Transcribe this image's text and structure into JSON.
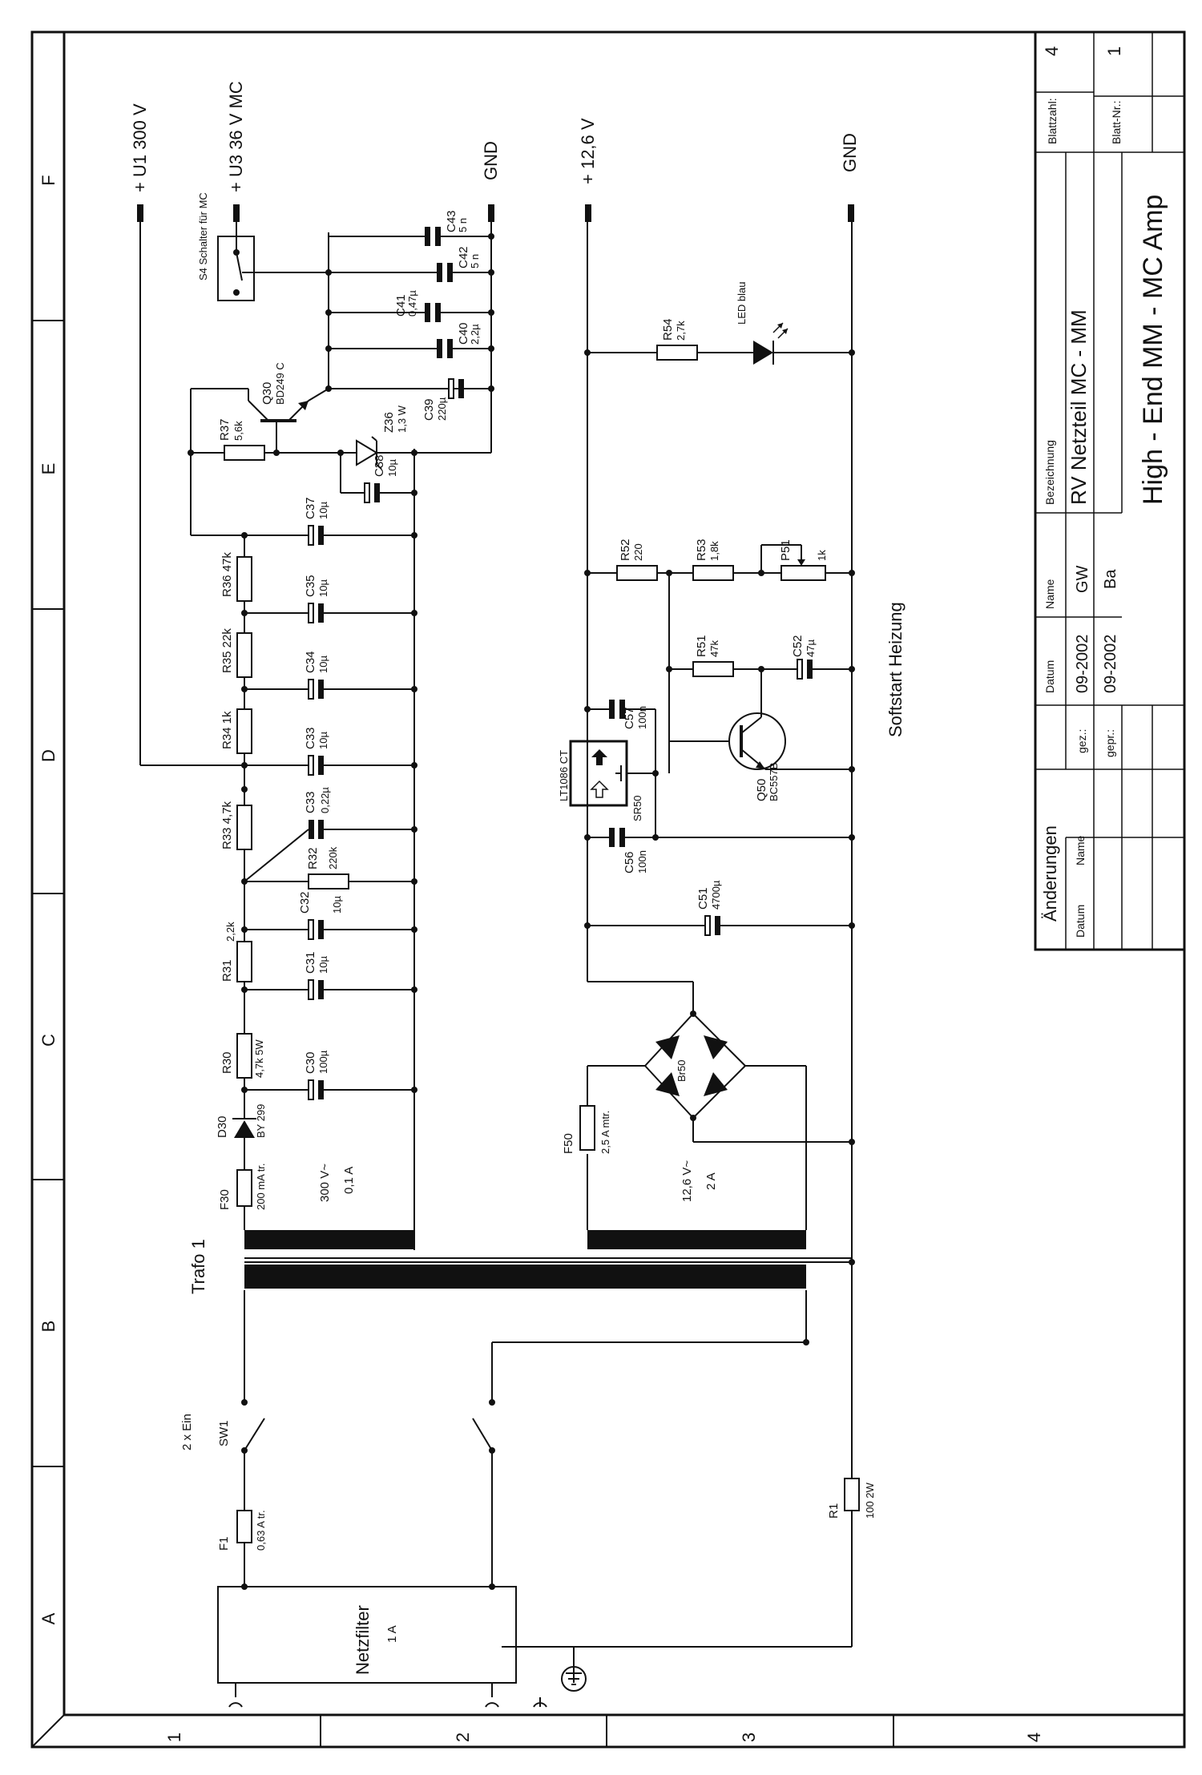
{
  "frame": {
    "columns": [
      "A",
      "B",
      "C",
      "D",
      "E",
      "F"
    ],
    "rows": [
      "1",
      "2",
      "3",
      "4"
    ]
  },
  "rails": {
    "u1": "+ U1  300 V",
    "u3": "+ U3  36 V  MC",
    "gnd_left": "GND",
    "v126": "+ 12,6 V",
    "gnd_right": "GND",
    "s4": "S4  Schalter für MC"
  },
  "primary": {
    "netzfilter": "Netzfilter",
    "netzfilter_rating": "1 A",
    "f1": "F1",
    "f1_value": "0,63  A tr.",
    "sw1": "SW1",
    "sw1_note": "2 x Ein",
    "r1": "R1",
    "r1_value": "100  2W",
    "trafo": "Trafo 1"
  },
  "hv": {
    "winding": "300 V~",
    "current": "0,1 A",
    "f30": "F30",
    "f30_value": "200 mA tr.",
    "d30": "D30",
    "d30_value": "BY 299",
    "r30": "R30",
    "r30_value": "4,7k  5W",
    "c30": "C30",
    "c30_value": "100µ",
    "r31": "R31",
    "r31_value": "2,2k",
    "c31": "C31",
    "c31_value": "10µ",
    "c32": "C32",
    "c32_value": "10µ",
    "r32": "R32",
    "r32_value": "220k",
    "r33": "R33 4,7k",
    "c33a": "C33",
    "c33a_value": "0,22µ",
    "r34": "R34 1k",
    "c33b": "C33",
    "c33b_value": "10µ",
    "r35": "R35 22k",
    "c34": "C34",
    "c34_value": "10µ",
    "r36": "R36 47k",
    "c35": "C35",
    "c35_value": "10µ",
    "c37": "C37",
    "c37_value": "10µ",
    "r37": "R37",
    "r37_value": "5,6k",
    "c38": "C38",
    "c38_value": "10µ",
    "z36": "Z36",
    "z36_value": "1,3 W",
    "q30": "Q30",
    "q30_value": "BD249 C",
    "c39": "C39",
    "c39_value": "220µ",
    "c40": "C40",
    "c40_value": "2,2µ",
    "c41": "C41",
    "c41_value": "0,47µ",
    "c42": "C42",
    "c42_value": "5 n",
    "c43": "C43",
    "c43_value": "5 n"
  },
  "lv": {
    "winding": "12,6 V~",
    "current": "2 A",
    "f50": "F50",
    "f50_value": "2,5 A  mtr.",
    "br50": "Br50",
    "c51": "C51",
    "c51_value": "4700µ",
    "c56": "C56",
    "c56_value": "100n",
    "reg": "LT1086 CT",
    "sr50": "SR50",
    "c57": "C57",
    "c57_value": "100n",
    "q50": "Q50",
    "q50_value": "BC557B",
    "r51": "R51",
    "r51_value": "47k",
    "c52": "C52",
    "c52_value": "47µ",
    "r52": "R52",
    "r52_value": "220",
    "r53": "R53",
    "r53_value": "1,8k",
    "p51": "P51",
    "p51_value": "1k",
    "r54": "R54",
    "r54_value": "2,7k",
    "led": "LED blau",
    "softstart": "Softstart Heizung"
  },
  "titleblock": {
    "aenderungen": "Änderungen",
    "datum_h": "Datum",
    "name_h": "Name",
    "datum_col": "Datum",
    "name_col": "Name",
    "gez": "gez.:",
    "gez_date": "09-2002",
    "gez_name": "GW",
    "gepr": "gepr.:",
    "gepr_date": "09-2002",
    "gepr_name": "Ba",
    "bezeichnung": "Bezeichnung",
    "name": "RV Netzteil  MC - MM",
    "project": "High - End  MM - MC Amp",
    "blattzahl": "Blattzahl:",
    "blattzahl_v": "4",
    "blattnr": "Blatt-Nr.:",
    "blattnr_v": "1"
  }
}
